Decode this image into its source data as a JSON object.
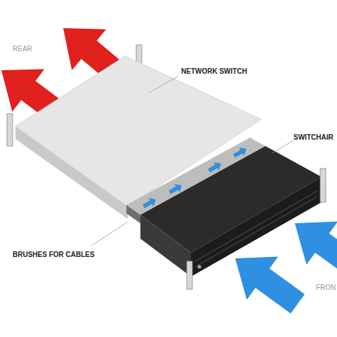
{
  "diagram": {
    "labels": [
      "REAR",
      "NETWORK SWITCH",
      "SWITCHAIR",
      "BRUSHES FOR CABLES",
      "FRON"
    ]
  }
}
